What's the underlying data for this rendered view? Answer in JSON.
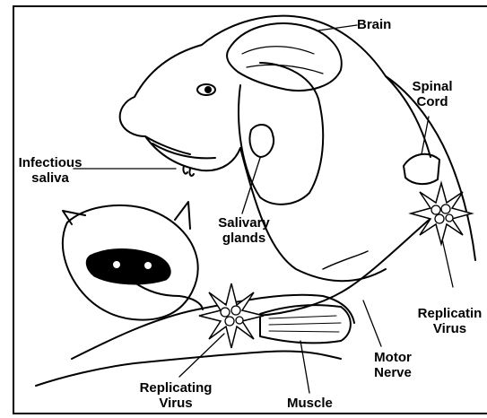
{
  "labels": {
    "brain": "Brain",
    "spinal_cord_1": "Spinal",
    "spinal_cord_2": "Cord",
    "infectious_1": "Infectious",
    "infectious_2": "saliva",
    "salivary_1": "Salivary",
    "salivary_2": "glands",
    "replicating_right_1": "Replicatin",
    "replicating_right_2": "Virus",
    "motor_1": "Motor",
    "motor_2": "Nerve",
    "replicating_left_1": "Replicating",
    "replicating_left_2": "Virus",
    "muscle": "Muscle"
  },
  "colors": {
    "ink": "#000000",
    "paper": "#ffffff"
  }
}
